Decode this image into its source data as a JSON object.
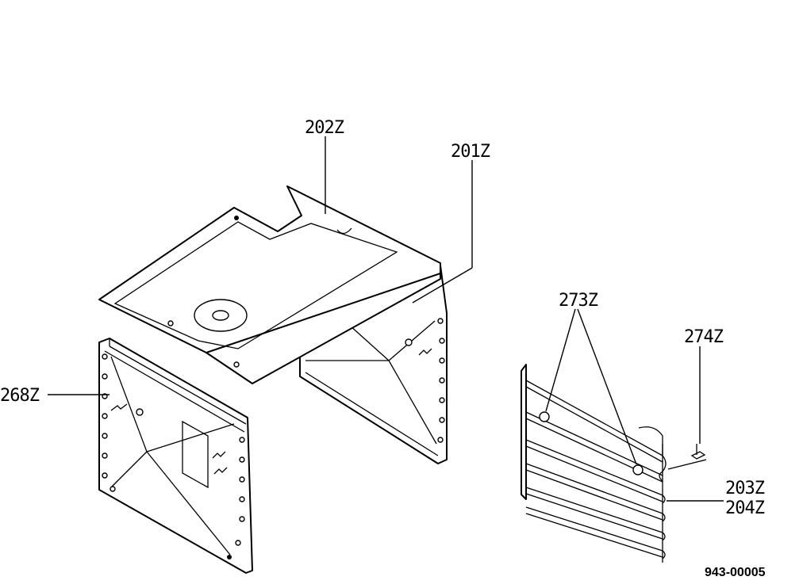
{
  "labels": {
    "p202": "202Z",
    "p201": "201Z",
    "p273": "273Z",
    "p274": "274Z",
    "p268": "268Z",
    "p203": "203Z",
    "p204": "204Z"
  },
  "drawing_number": "943-00005"
}
